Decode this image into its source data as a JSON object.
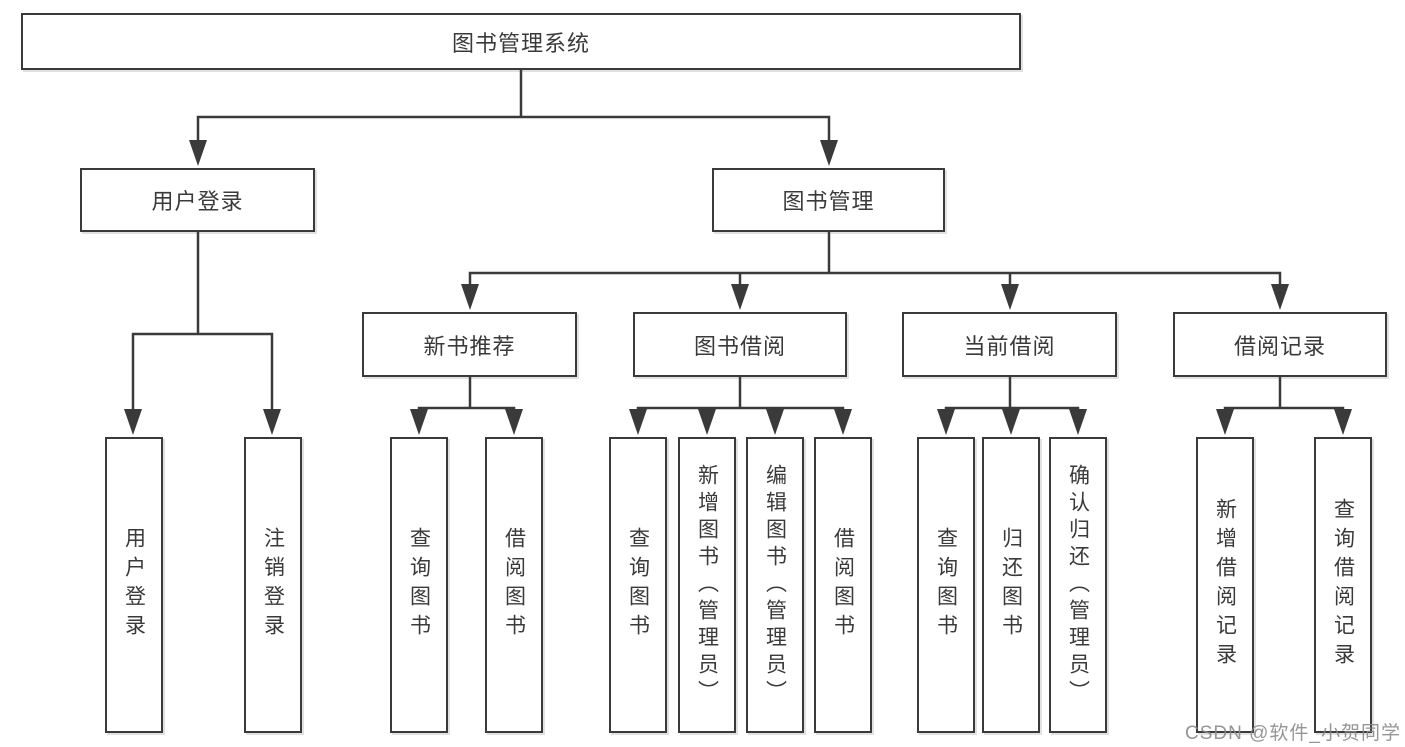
{
  "diagram": {
    "type": "hierarchy-tree",
    "title": "图书管理系统",
    "line_color": "#3a3a3a",
    "text_color": "#3a3a3a",
    "background_color": "#ffffff"
  },
  "nodes": {
    "root": {
      "label": "图书管理系统"
    },
    "user_login_group": {
      "label": "用户登录"
    },
    "book_management": {
      "label": "图书管理"
    },
    "user_login": {
      "label": "用户登录"
    },
    "logout_login": {
      "label": "注销登录"
    },
    "new_book_recommend": {
      "label": "新书推荐"
    },
    "book_borrowing": {
      "label": "图书借阅"
    },
    "current_borrowing": {
      "label": "当前借阅"
    },
    "borrowing_records": {
      "label": "借阅记录"
    },
    "recommend_query_books": {
      "label": "查询图书"
    },
    "recommend_borrow_books": {
      "label": "借阅图书"
    },
    "borrowing_query_books": {
      "label": "查询图书"
    },
    "borrowing_add_books": {
      "label": "新增图书（管理员）"
    },
    "borrowing_edit_books": {
      "label": "编辑图书（管理员）"
    },
    "borrowing_borrow_books": {
      "label": "借阅图书"
    },
    "current_query_books": {
      "label": "查询图书"
    },
    "current_return_books": {
      "label": "归还图书"
    },
    "current_confirm_return": {
      "label": "确认归还（管理员）"
    },
    "records_add_record": {
      "label": "新增借阅记录"
    },
    "records_query_record": {
      "label": "查询借阅记录"
    }
  },
  "watermark": {
    "text": "CSDN @软件_小贺同学"
  }
}
